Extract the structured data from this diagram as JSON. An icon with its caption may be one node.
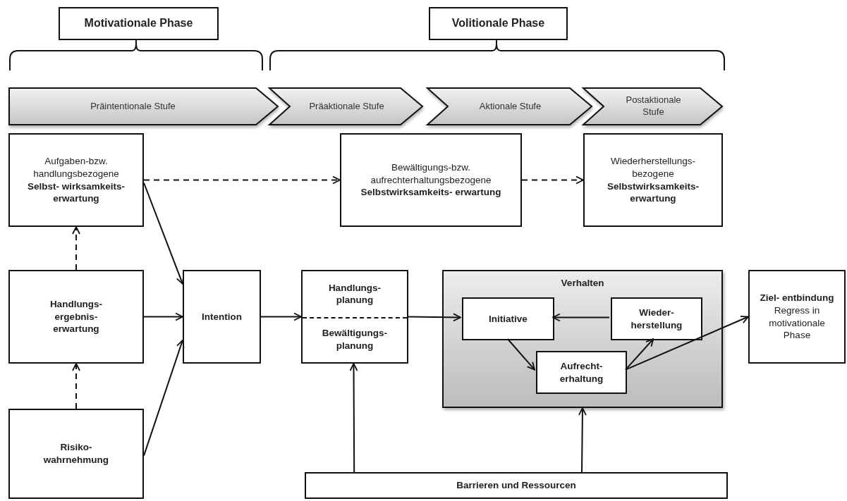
{
  "diagram": {
    "nodes": [
      {
        "text": [
          "Motivationale Phase"
        ]
      },
      {
        "text": [
          "Volitionale Phase"
        ]
      },
      {
        "text": [
          "Präintentionale Stufe"
        ]
      },
      {
        "text": [
          "Präaktionale Stufe"
        ]
      },
      {
        "text": [
          "Aktionale Stufe"
        ]
      },
      {
        "text": [
          "Postaktionale Stufe"
        ]
      },
      {
        "text": [
          "Aufgaben-bzw. handlungsbezogene **Selbst- wirksamkeits- erwartung**"
        ]
      },
      {
        "text": [
          "Bewältigungs-bzw. aufrechterhaltungsbezogene **Selbstwirksamkeits- erwartung**"
        ]
      },
      {
        "text": [
          "Wiederherstellungs- bezogene **Selbstwirksamkeits- erwartung**"
        ]
      },
      {
        "text": [
          "Handlungs- ergebnis- erwartung"
        ]
      },
      {
        "text": [
          "Intention"
        ]
      },
      {
        "text": [
          "Handlungs- planung",
          "Bewältigungs- planung"
        ]
      },
      {
        "text": [
          "Verhalten"
        ]
      },
      {
        "text": [
          "Initiative"
        ],
        "in": 12
      },
      {
        "text": [
          "Wieder- herstellung"
        ],
        "in": 12
      },
      {
        "text": [
          "Aufrecht- erhaltung"
        ],
        "in": 12
      },
      {
        "text": [
          "Ziel- entbindung",
          "Regress in motivationale Phase"
        ]
      },
      {
        "text": [
          "Risiko- wahrnehmung"
        ]
      },
      {
        "text": [
          "Barrieren und Ressourcen"
        ]
      }
    ],
    "edges": [
      {
        "from": 6,
        "to": 7,
        "arrow": "to",
        "style": "dashed"
      },
      {
        "from": 7,
        "to": 8,
        "arrow": "to",
        "style": "dashed"
      },
      {
        "from": 9,
        "to": 6,
        "arrow": "to",
        "style": "dashed"
      },
      {
        "from": 17,
        "to": 9,
        "arrow": "to",
        "style": "dashed"
      },
      {
        "from": 6,
        "to": 10,
        "arrow": "to"
      },
      {
        "from": 9,
        "to": 10,
        "arrow": "to"
      },
      {
        "from": 17,
        "to": 10,
        "arrow": "to"
      },
      {
        "from": 10,
        "to": 11,
        "arrow": "to"
      },
      {
        "from": 11,
        "to": 13,
        "arrow": "to"
      },
      {
        "from": 14,
        "to": 13,
        "arrow": "to"
      },
      {
        "from": 13,
        "to": 15,
        "arrow": "to"
      },
      {
        "from": 15,
        "to": 14,
        "arrow": "to"
      },
      {
        "from": 15,
        "to": 16,
        "arrow": "to"
      },
      {
        "from": 18,
        "to": 11,
        "arrow": "to"
      },
      {
        "from": 18,
        "to": 12,
        "arrow": "to"
      }
    ]
  }
}
